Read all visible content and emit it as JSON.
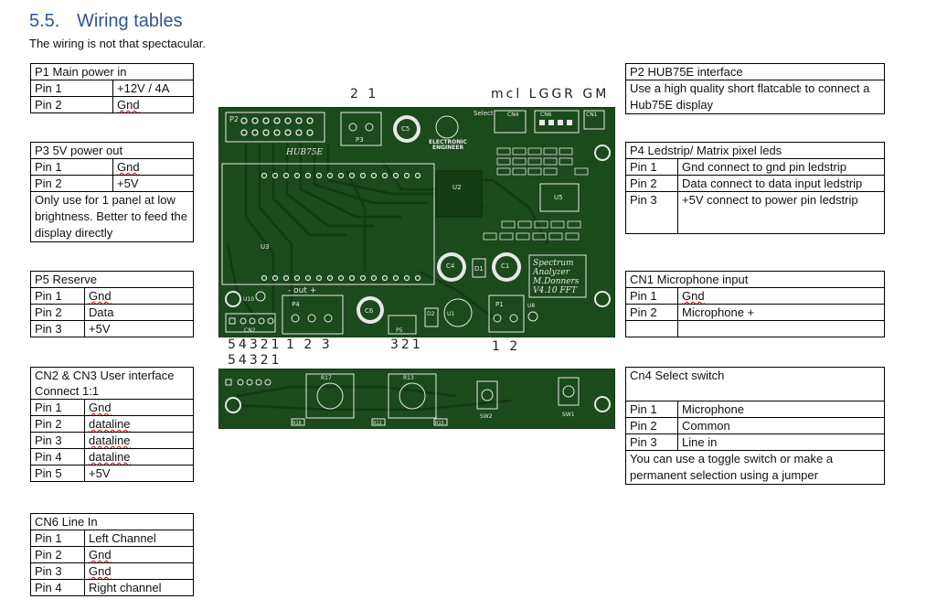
{
  "section": {
    "number": "5.5.",
    "title": "Wiring tables",
    "intro": "The wiring is not that spectacular."
  },
  "tables": {
    "p1": {
      "header": "P1   Main power in",
      "rows": [
        [
          "Pin 1",
          "+12V / 4A"
        ],
        [
          "Pin 2",
          "Gnd"
        ]
      ]
    },
    "p3": {
      "header": "P3  5V power out",
      "rows": [
        [
          "Pin 1",
          "Gnd"
        ],
        [
          "Pin 2",
          "+5V"
        ]
      ],
      "note": "Only use for 1 panel at low brightness. Better to feed the display directly"
    },
    "p5": {
      "header": "P5  Reserve",
      "rows": [
        [
          "Pin 1",
          "Gnd"
        ],
        [
          "Pin 2",
          "Data"
        ],
        [
          "Pin 3",
          "+5V"
        ]
      ]
    },
    "cn23": {
      "header": "CN2 & CN3 User interface",
      "header2": "Connect 1:1",
      "rows": [
        [
          "Pin 1",
          "Gnd"
        ],
        [
          "Pin 2",
          "dataline"
        ],
        [
          "Pin 3",
          "dataline"
        ],
        [
          "Pin 4",
          "dataline"
        ],
        [
          "Pin 5",
          "+5V"
        ]
      ]
    },
    "cn6": {
      "header": "CN6 Line In",
      "rows": [
        [
          "Pin 1",
          "Left Channel"
        ],
        [
          "Pin 2",
          "Gnd"
        ],
        [
          "Pin 3",
          "Gnd"
        ],
        [
          "Pin 4",
          "Right channel"
        ]
      ]
    },
    "p2": {
      "header": "P2   HUB75E interface",
      "text": "Use a high quality short flatcable to connect a Hub75E display"
    },
    "p4": {
      "header": "P4  Ledstrip/ Matrix pixel leds",
      "rows": [
        [
          "Pin 1",
          "Gnd  connect to gnd pin ledstrip"
        ],
        [
          "Pin 2",
          "Data connect to data input ledstrip"
        ],
        [
          "Pin 3",
          "+5V connect to power pin ledstrip"
        ]
      ]
    },
    "cn1": {
      "header": "CN1 Microphone input",
      "rows": [
        [
          "Pin 1",
          "Gnd"
        ],
        [
          "Pin 2",
          "Microphone +"
        ]
      ]
    },
    "cn4": {
      "header": "Cn4 Select switch",
      "rows": [
        [
          "Pin 1",
          "Microphone"
        ],
        [
          "Pin 2",
          "Common"
        ],
        [
          "Pin 3",
          "Line in"
        ]
      ],
      "note": "You can use a toggle switch or make a permanent selection using a jumper"
    }
  },
  "pcb_labels": {
    "top_21": "2 1",
    "top_mcl": "mcl LGGR GM",
    "bottom_54321": "54321",
    "bottom_123": "1  2  3",
    "bottom_321": "321",
    "bottom_12": "1  2",
    "lower_54321": "54321"
  },
  "silkscreen": {
    "p2": "P2",
    "hub75e": "HUB75E",
    "p3": "P3",
    "c5": "C5",
    "u3": "U3",
    "u2": "U2",
    "u5": "U5",
    "c4": "C4",
    "c1": "C1",
    "d1": "D1",
    "d2": "D2",
    "u1": "U1",
    "p1": "P1",
    "p4": "P4",
    "p5": "P5",
    "c6": "C6",
    "cn2": "CN2",
    "u10": "U10",
    "u8": "U8",
    "cn4": "CN4",
    "cn6": "CN6",
    "cn1": "CN1",
    "select": "Select",
    "out": "- out +",
    "logo1": "ELECTRONIC",
    "logo2": "ENGINEER",
    "spectrum": [
      "Spectrum",
      "Analyzer",
      "M.Donners",
      "V4.10 FFT"
    ],
    "r17": "R17",
    "r13": "R13",
    "r16": "R16",
    "r11": "R11",
    "r15": "R15",
    "sw1": "SW1",
    "sw2": "SW2"
  },
  "colors": {
    "pcb": "#1b4a1b",
    "pcb_dark": "#123612",
    "silk": "#e8e8e8",
    "heading": "#2f5496"
  }
}
